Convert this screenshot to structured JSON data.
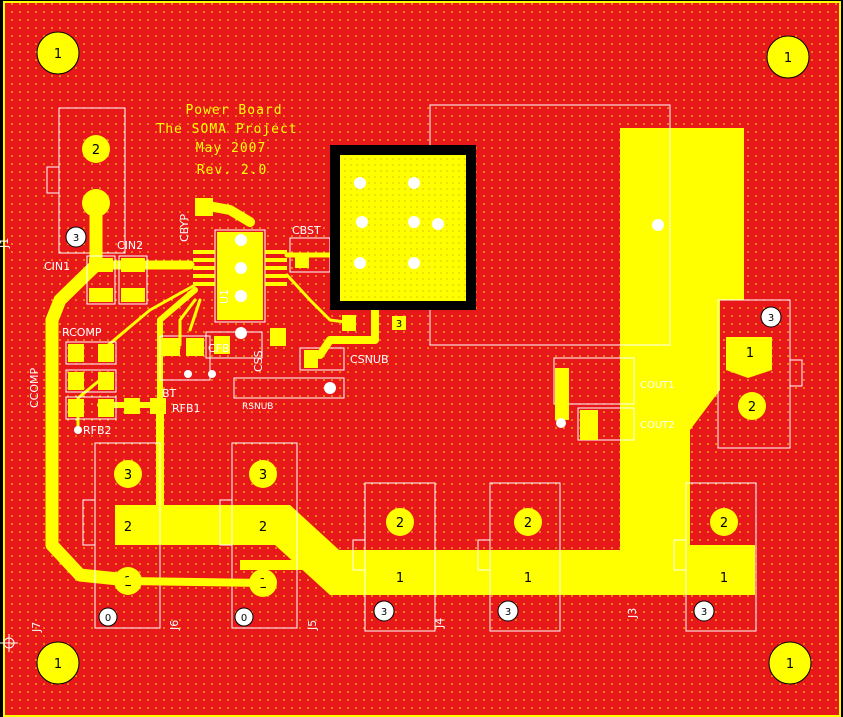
{
  "title_block": {
    "line1": "Power Board",
    "line2": "The SOMA Project",
    "line3": "May 2007",
    "line4": "Rev. 2.0"
  },
  "mounting_holes": [
    "1",
    "1",
    "1",
    "1"
  ],
  "components": {
    "CIN1": "CIN1",
    "CIN2": "CIN2",
    "RCOMP": "RCOMP",
    "CCOMP": "CCOMP",
    "RFB2": "RFB2",
    "RFB1": "RFB1",
    "BT": "BT",
    "CBYP": "CBYP",
    "CBST": "CBST",
    "CFB": "CFB",
    "CSS": "CSS",
    "CSNUB": "CSNUB",
    "RSNUB": "RSNUB",
    "U1": "U1",
    "COUT1": "COUT1",
    "COUT2": "COUT2",
    "J1": "J1",
    "J3": "J3",
    "J4": "J4",
    "J5": "J5",
    "J6": "J6",
    "J7": "J7"
  },
  "pad_numbers": {
    "p1": "1",
    "p2": "2",
    "p3": "3",
    "p0": "0"
  },
  "colors": {
    "copper_pour": "#e8171a",
    "copper_top": "#ffff00",
    "silkscreen": "#ffffff",
    "background": "#000000",
    "pad_hole": "#ffffff"
  }
}
